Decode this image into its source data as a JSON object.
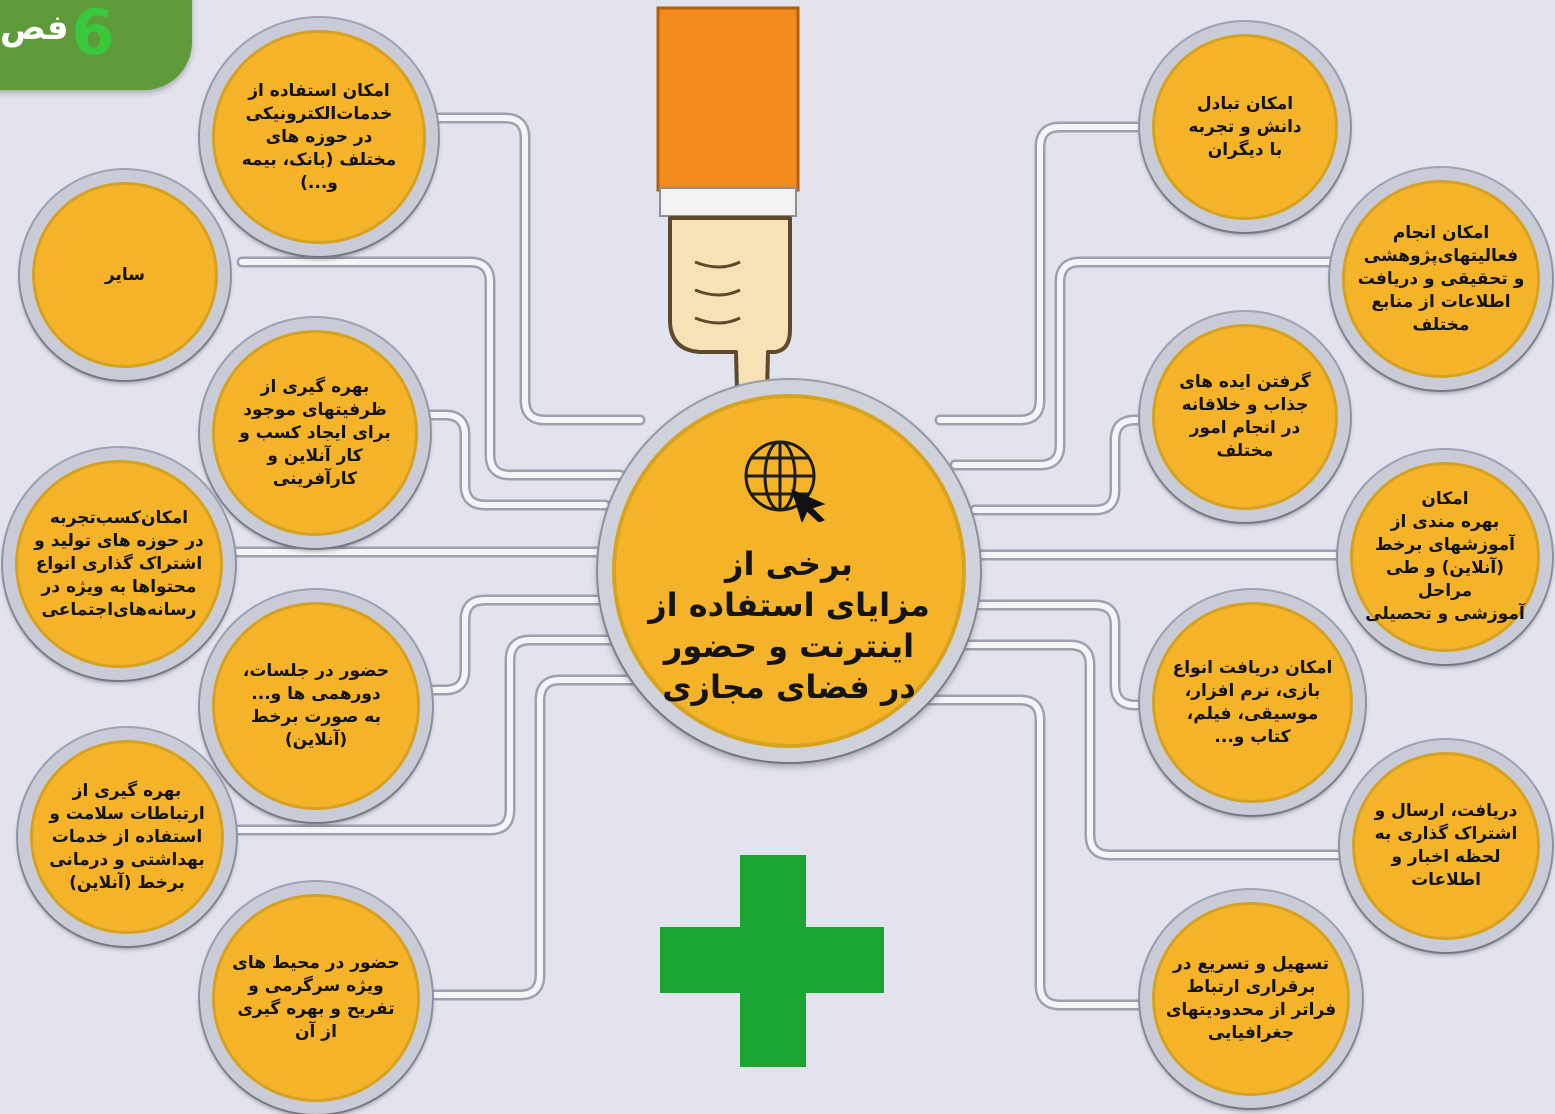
{
  "chapter_tab": {
    "label": "فص",
    "number": "6"
  },
  "center": {
    "text": "برخی از\nمزایای استفاده از\nاینترنت و حضور\nدر فضای مجازی"
  },
  "nodes": {
    "left_1": "امکان استفاده از\nخدمات‌الکترونیکی\nدر حوزه های\nمختلف (بانک، بیمه\nو...)",
    "left_2": "سایر",
    "left_3": "بهره گیری از\nظرفیتهای موجود\nبرای ایجاد کسب و\nکار آنلاین و\nکارآفرینی",
    "left_4": "امکان‌کسب‌تجربه\nدر حوزه های تولید و\nاشتراک گذاری انواع\nمحتواها به ویژه در\nرسانه‌های‌اجتماعی",
    "left_5": "حضور در جلسات،\nدورهمی ها و...\nبه صورت برخط\n(آنلاین)",
    "left_6": "بهره گیری از\nارتباطات سلامت و\nاستفاده از خدمات\nبهداشتی و درمانی\nبرخط (آنلاین)",
    "left_7": "حضور در محیط های\nویژه سرگرمی و\nتفریح و بهره گیری\nاز آن",
    "right_1": "امکان تبادل\nدانش و تجربه\nبا دیگران",
    "right_2": "امکان انجام\nفعالیتهای‌پژوهشی\nو تحقیقی و دریافت\nاطلاعات از منابع\nمختلف",
    "right_3": "گرفتن ایده های\nجذاب و خلاقانه\nدر انجام امور\nمختلف",
    "right_4": "امکان\nبهره مندی از\nآموزشهای برخط\n(آنلاین) و طی مراحل\nآموزشی و تحصیلی",
    "right_5": "امکان دریافت انواع\nبازی، نرم افزار،\nموسیقی، فیلم،\nکتاب و...",
    "right_6": "دریافت، ارسال و\nاشتراک گذاری به\nلحظه اخبار و\nاطلاعات",
    "right_7": "تسهیل و تسریع در\nبرقراری ارتباط\nفراتر از محدودیتهای\nجغرافیایی"
  },
  "colors": {
    "background": "#e2e3ec",
    "node_fill": "#f5b32a",
    "node_ring": "#c9ccd6",
    "tab_green": "#5f9a3a",
    "number_green": "#39c83c",
    "plus_green": "#1aa532",
    "sleeve_orange": "#f28a1e",
    "skin": "#f7e2b8",
    "cuff": "#f0f0f0"
  },
  "icons": {
    "center": "globe-with-cursor-icon",
    "hand": "pointing-hand-icon",
    "plus": "plus-icon"
  }
}
